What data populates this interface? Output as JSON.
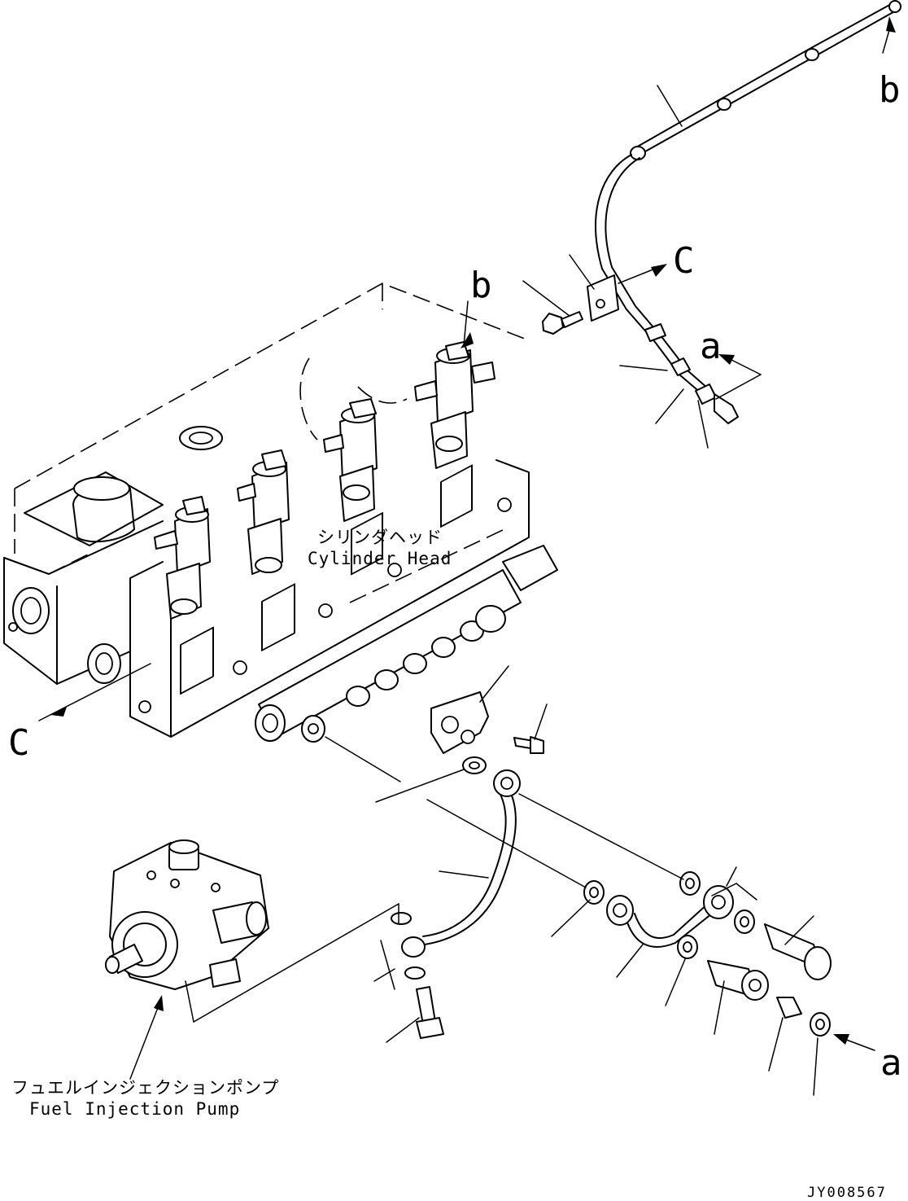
{
  "callouts": {
    "b_top_right": "b",
    "b_injector": "b",
    "c_return_pipe": "C",
    "c_cylinder_head": "C",
    "a_return_pipe": "a",
    "a_bottom": "a"
  },
  "labels": {
    "cylinder_head_jp": "シリンダヘッド",
    "cylinder_head_en": "Cylinder Head",
    "fuel_pump_jp": "フュエルインジェクションポンプ",
    "fuel_pump_en": "Fuel Injection Pump"
  },
  "drawing_code": "JY008567"
}
